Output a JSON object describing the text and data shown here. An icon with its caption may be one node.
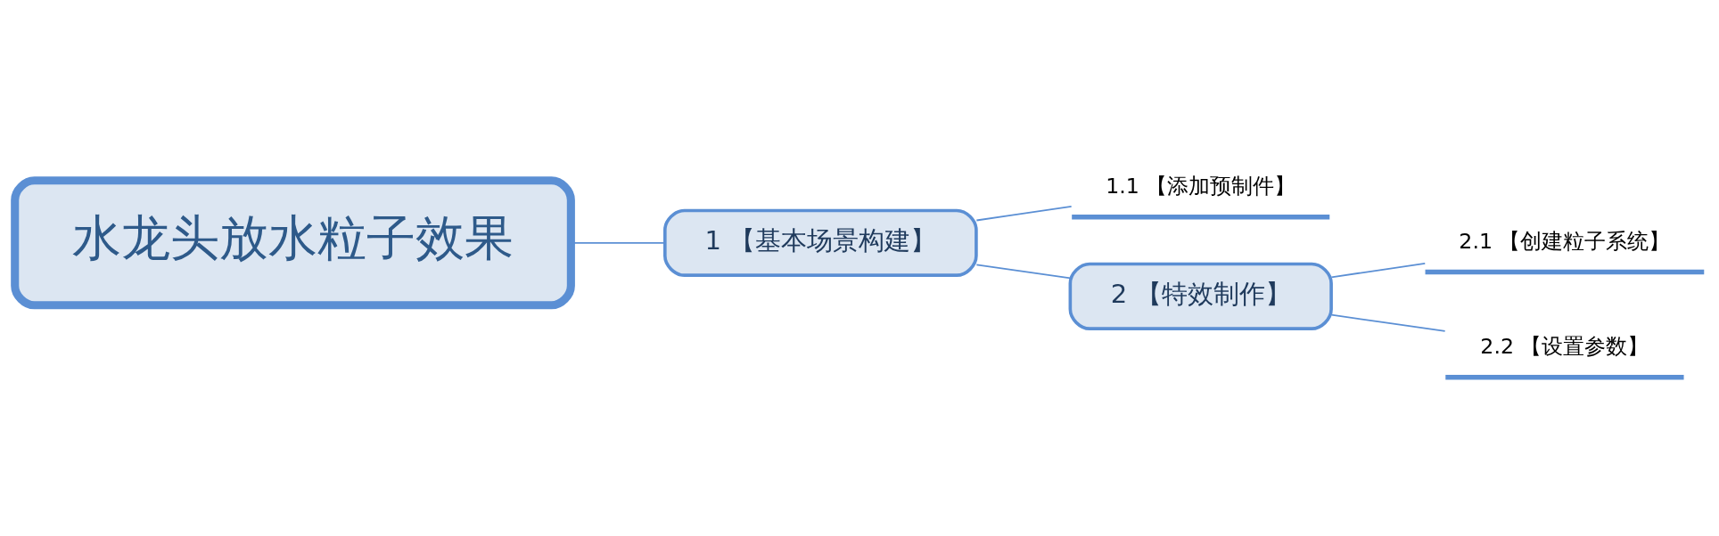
{
  "diagram": {
    "nodes": [
      {
        "text": [
          "水龙头放水粒子效果"
        ]
      },
      {
        "text": [
          "1 【基本场景构建】"
        ]
      },
      {
        "text": [
          "1.1 【添加预制件】"
        ]
      },
      {
        "text": [
          "2 【特效制作】"
        ]
      },
      {
        "text": [
          "2.1 【创建粒子系统】"
        ]
      },
      {
        "text": [
          "2.2 【设置参数】"
        ]
      }
    ],
    "edges": [
      {
        "from": 0,
        "to": 1,
        "arrow": "none"
      },
      {
        "from": 1,
        "to": 2,
        "arrow": "none"
      },
      {
        "from": 1,
        "to": 3,
        "arrow": "none"
      },
      {
        "from": 3,
        "to": 4,
        "arrow": "none"
      },
      {
        "from": 3,
        "to": 5,
        "arrow": "none"
      }
    ]
  }
}
